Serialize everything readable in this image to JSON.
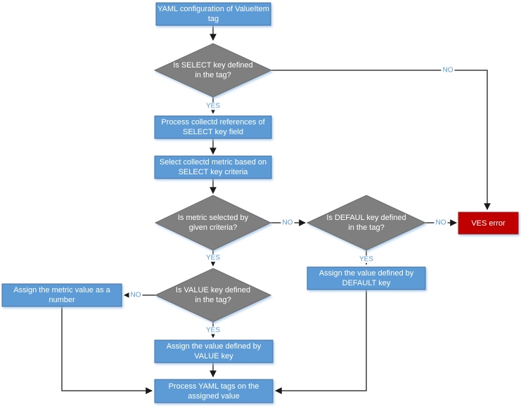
{
  "diagram": {
    "type": "flowchart",
    "colors": {
      "background": "#FFFFFF",
      "process_fill": "#5B9BD5",
      "process_border": "#4472A4",
      "decision_fill": "#7F7F7F",
      "decision_border": "#6B6B6B",
      "error_fill": "#C00000",
      "error_border": "#9B1C1C",
      "connector": "#3B3B3B",
      "node_text": "#FFFFFF",
      "edge_label": "#5B9BD5"
    },
    "nodes": {
      "yaml_config": {
        "type": "process",
        "label": "YAML configuration of ValueItem tag"
      },
      "select_key": {
        "type": "decision",
        "label": "Is SELECT key defined in the tag?"
      },
      "process_refs": {
        "type": "process",
        "label": "Process collectd references of SELECT key field"
      },
      "select_metric": {
        "type": "process",
        "label": "Select collectd metric based on SELECT key criteria"
      },
      "metric_selected": {
        "type": "decision",
        "label": "Is metric selected by given criteria?"
      },
      "default_key": {
        "type": "decision",
        "label": "Is DEFAUL key defined in the tag?"
      },
      "ves_error": {
        "type": "error",
        "label": "VES error"
      },
      "assign_default": {
        "type": "process",
        "label": "Assign the value defined by DEFAULT key"
      },
      "value_key": {
        "type": "decision",
        "label": "Is VALUE key defined in the tag?"
      },
      "assign_metric": {
        "type": "process",
        "label": "Assign the metric value as a number"
      },
      "assign_value": {
        "type": "process",
        "label": "Assign the value defined by VALUE key"
      },
      "process_yaml_tags": {
        "type": "process",
        "label": "Process YAML tags on the assigned value"
      }
    },
    "edges": {
      "start_select": {
        "from": "yaml_config",
        "to": "select_key",
        "label": ""
      },
      "select_yes": {
        "from": "select_key",
        "to": "process_refs",
        "label": "YES"
      },
      "select_no": {
        "from": "select_key",
        "to": "ves_error",
        "label": "NO"
      },
      "refs_metric": {
        "from": "process_refs",
        "to": "select_metric",
        "label": ""
      },
      "metricbox_decision": {
        "from": "select_metric",
        "to": "metric_selected",
        "label": ""
      },
      "metric_yes": {
        "from": "metric_selected",
        "to": "value_key",
        "label": "YES"
      },
      "metric_no": {
        "from": "metric_selected",
        "to": "default_key",
        "label": "NO"
      },
      "default_yes": {
        "from": "default_key",
        "to": "assign_default",
        "label": "YES"
      },
      "default_no": {
        "from": "default_key",
        "to": "ves_error",
        "label": "NO"
      },
      "value_yes": {
        "from": "value_key",
        "to": "assign_value",
        "label": "YES"
      },
      "value_no": {
        "from": "value_key",
        "to": "assign_metric",
        "label": "NO"
      },
      "valuebox_process": {
        "from": "assign_value",
        "to": "process_yaml_tags",
        "label": ""
      },
      "defaultbox_process": {
        "from": "assign_default",
        "to": "process_yaml_tags",
        "label": ""
      },
      "assignmetric_process": {
        "from": "assign_metric",
        "to": "process_yaml_tags",
        "label": ""
      }
    }
  }
}
